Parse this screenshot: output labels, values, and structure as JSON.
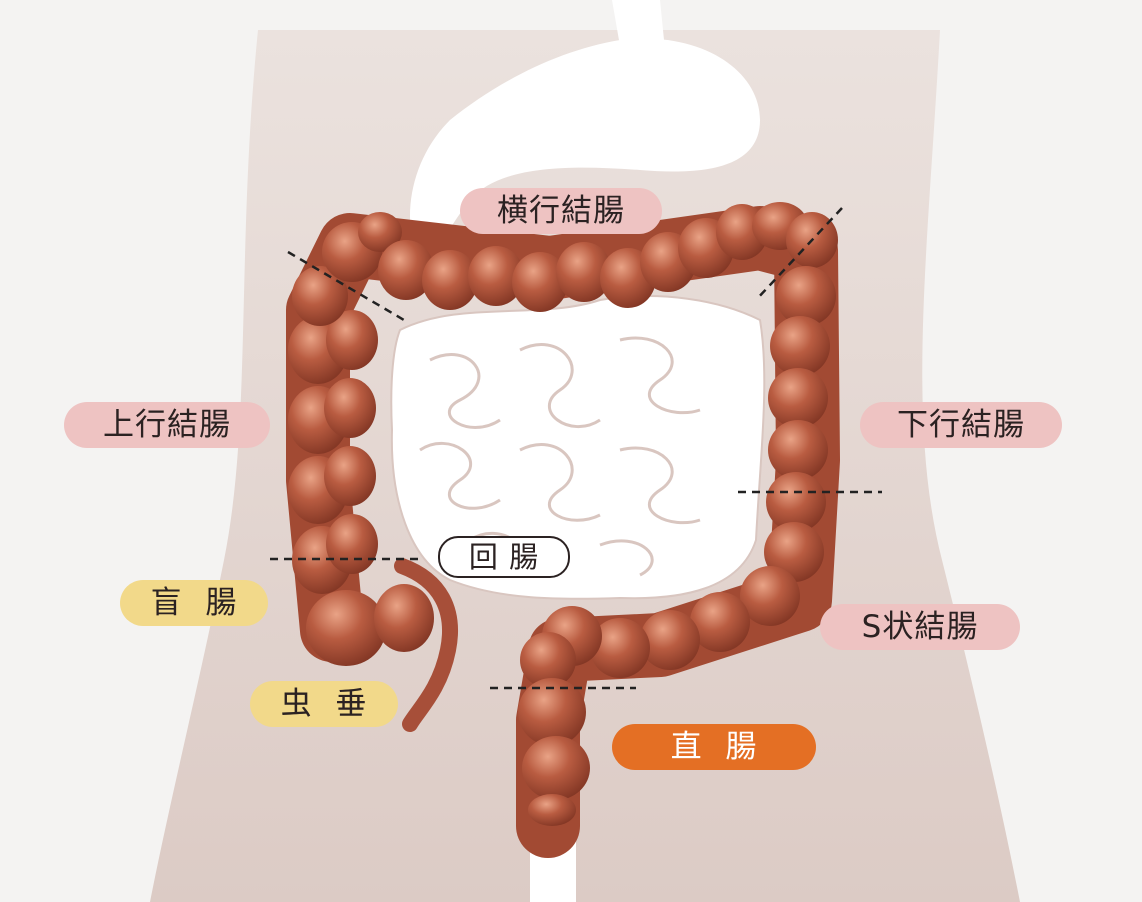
{
  "diagram": {
    "labels": {
      "transverse_colon": "横行結腸",
      "ascending_colon": "上行結腸",
      "descending_colon": "下行結腸",
      "ileum": "回 腸",
      "cecum": "盲 腸",
      "sigmoid_colon": "S状結腸",
      "appendix": "虫 垂",
      "rectum": "直 腸"
    },
    "colors": {
      "background": "#f4f3f2",
      "body_silhouette": "#e2d4cf",
      "colon": "#b5593f",
      "small_intestine": "#ffffff",
      "label_pink": "#eec3c2",
      "label_yellow": "#f2d98a",
      "label_orange": "#e46f24"
    }
  }
}
